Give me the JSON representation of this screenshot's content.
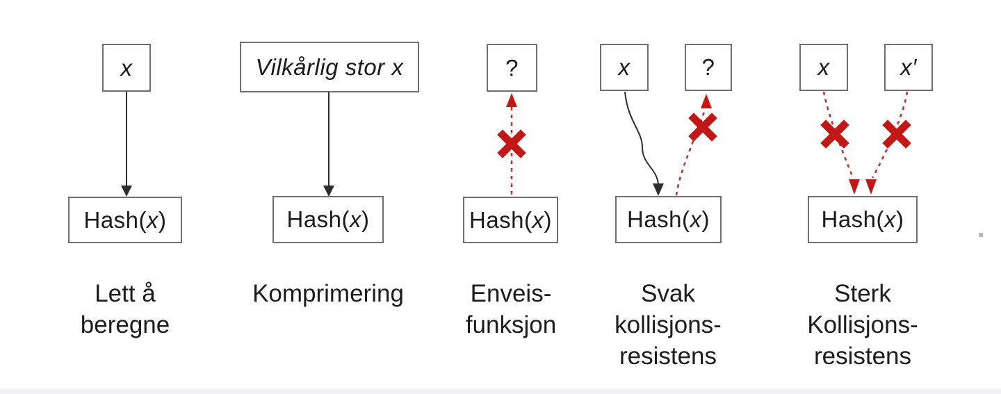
{
  "colors": {
    "box_border": "#6f6f6f",
    "text": "#1c1c1c",
    "black_arrow": "#2e2e2e",
    "red_x": "#c21717",
    "red_dash": "#b03b36",
    "bottom_bar": "#f1f1f3"
  },
  "diagram": {
    "hash_label": {
      "prefix": "Hash(",
      "arg": "x",
      "suffix": ")"
    },
    "columns": [
      {
        "input_box": {
          "label": "x"
        },
        "caption_lines": [
          "Lett å",
          "beregne"
        ]
      },
      {
        "input_box": {
          "label": "Vilkårlig stor x"
        },
        "caption_lines": [
          "Komprimering"
        ]
      },
      {
        "input_box": {
          "label": "?"
        },
        "caption_lines": [
          "Enveis-",
          "funksjon"
        ]
      },
      {
        "input_boxes": [
          {
            "label": "x"
          },
          {
            "label": "?"
          }
        ],
        "caption_lines": [
          "Svak",
          "kollisjons-",
          "resistens"
        ]
      },
      {
        "input_boxes": [
          {
            "label": "x"
          },
          {
            "label": "x′"
          }
        ],
        "caption_lines": [
          "Sterk",
          "Kollisjons-",
          "resistens"
        ]
      }
    ]
  }
}
